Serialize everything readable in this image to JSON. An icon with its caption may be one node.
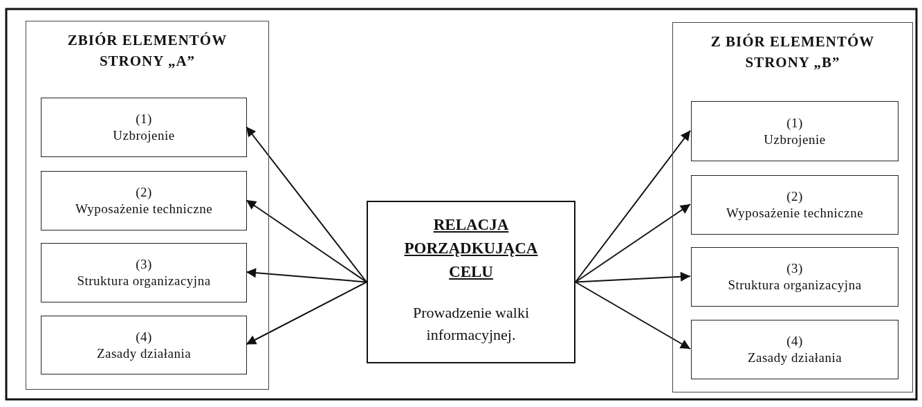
{
  "diagram": {
    "nodes": [
      {
        "text": [
          "ZBIÓR ELEMENTÓW STRONY „A”"
        ]
      },
      {
        "text": [
          "(1)",
          "Uzbrojenie"
        ],
        "in": 0
      },
      {
        "text": [
          "(2)",
          "Wyposażenie techniczne"
        ],
        "in": 0
      },
      {
        "text": [
          "(3)",
          "Struktura organizacyjna"
        ],
        "in": 0
      },
      {
        "text": [
          "(4)",
          "Zasady działania"
        ],
        "in": 0
      },
      {
        "text": [
          "RELACJA PORZĄDKUJĄCA CELU",
          "Prowadzenie walki informacyjnej."
        ]
      },
      {
        "text": [
          "Z BIÓR ELEMENTÓW STRONY „B”"
        ]
      },
      {
        "text": [
          "(1)",
          "Uzbrojenie"
        ],
        "in": 6
      },
      {
        "text": [
          "(2)",
          "Wyposażenie techniczne"
        ],
        "in": 6
      },
      {
        "text": [
          "(3)",
          "Struktura organizacyjna"
        ],
        "in": 6
      },
      {
        "text": [
          "(4)",
          "Zasady działania"
        ],
        "in": 6
      }
    ],
    "edges": [
      {
        "from": 5,
        "to": 1,
        "arrow": "to"
      },
      {
        "from": 5,
        "to": 2,
        "arrow": "to"
      },
      {
        "from": 5,
        "to": 3,
        "arrow": "to"
      },
      {
        "from": 5,
        "to": 4,
        "arrow": "to"
      },
      {
        "from": 5,
        "to": 7,
        "arrow": "to"
      },
      {
        "from": 5,
        "to": 8,
        "arrow": "to"
      },
      {
        "from": 5,
        "to": 9,
        "arrow": "to"
      },
      {
        "from": 5,
        "to": 10,
        "arrow": "to"
      }
    ]
  }
}
